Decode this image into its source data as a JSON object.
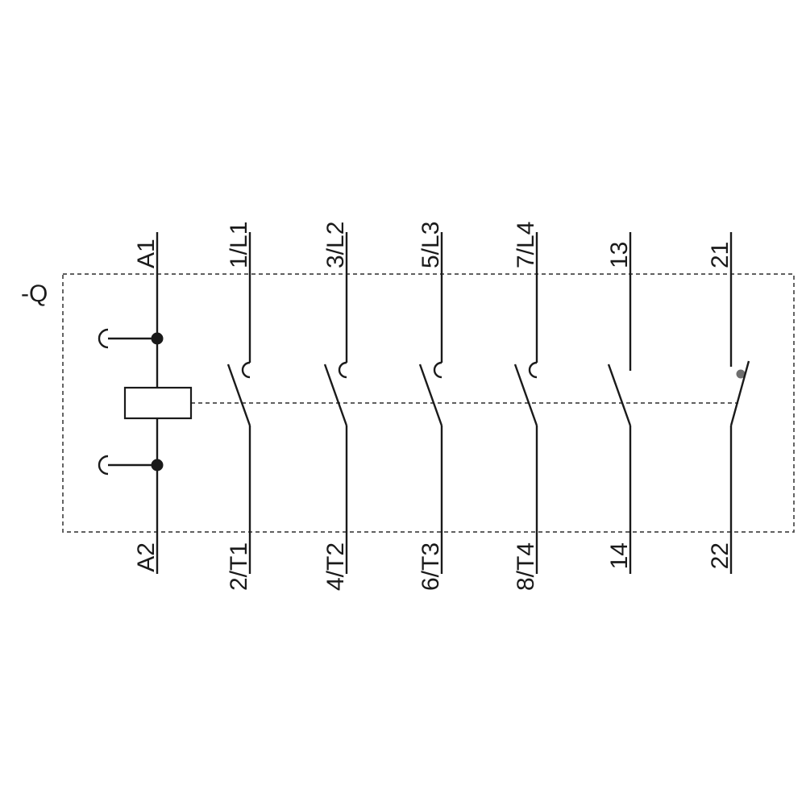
{
  "diagram": {
    "device_label": "-Q",
    "coil": {
      "top_terminal": "A1",
      "bottom_terminal": "A2"
    },
    "main_poles": [
      {
        "top_terminal": "1/L1",
        "bottom_terminal": "2/T1"
      },
      {
        "top_terminal": "3/L2",
        "bottom_terminal": "4/T2"
      },
      {
        "top_terminal": "5/L3",
        "bottom_terminal": "6/T3"
      },
      {
        "top_terminal": "7/L4",
        "bottom_terminal": "8/T4"
      }
    ],
    "aux_contacts": [
      {
        "type": "NO",
        "top_terminal": "13",
        "bottom_terminal": "14"
      },
      {
        "type": "NC",
        "top_terminal": "21",
        "bottom_terminal": "22"
      }
    ],
    "colors": {
      "line": "#1a1a1a",
      "dashed": "#4a4a4a",
      "background": "#ffffff",
      "nc_contact_dot": "#6e6e6e"
    }
  }
}
